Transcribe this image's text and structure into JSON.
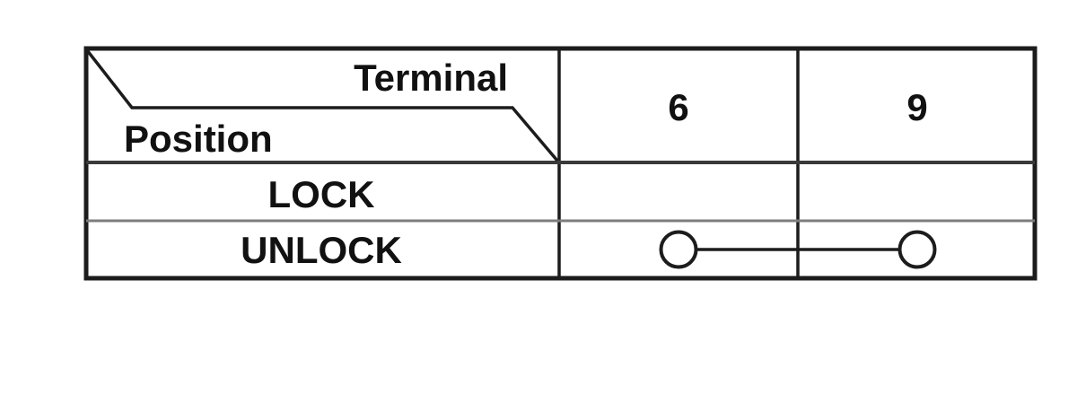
{
  "figure": {
    "type": "terminal-continuity-table",
    "header": {
      "terminal_label": "Terminal",
      "position_label": "Position"
    },
    "terminals": [
      "6",
      "9"
    ],
    "rows": [
      {
        "position": "LOCK",
        "continuity": false,
        "connected_terminals": []
      },
      {
        "position": "UNLOCK",
        "continuity": true,
        "connected_terminals": [
          "6",
          "9"
        ]
      }
    ],
    "colors": {
      "background": "#ffffff",
      "line": "#1c1c1c",
      "grid_dark": "#3a3a3a",
      "grid_light": "#7d7d7d",
      "text": "#111111"
    }
  }
}
